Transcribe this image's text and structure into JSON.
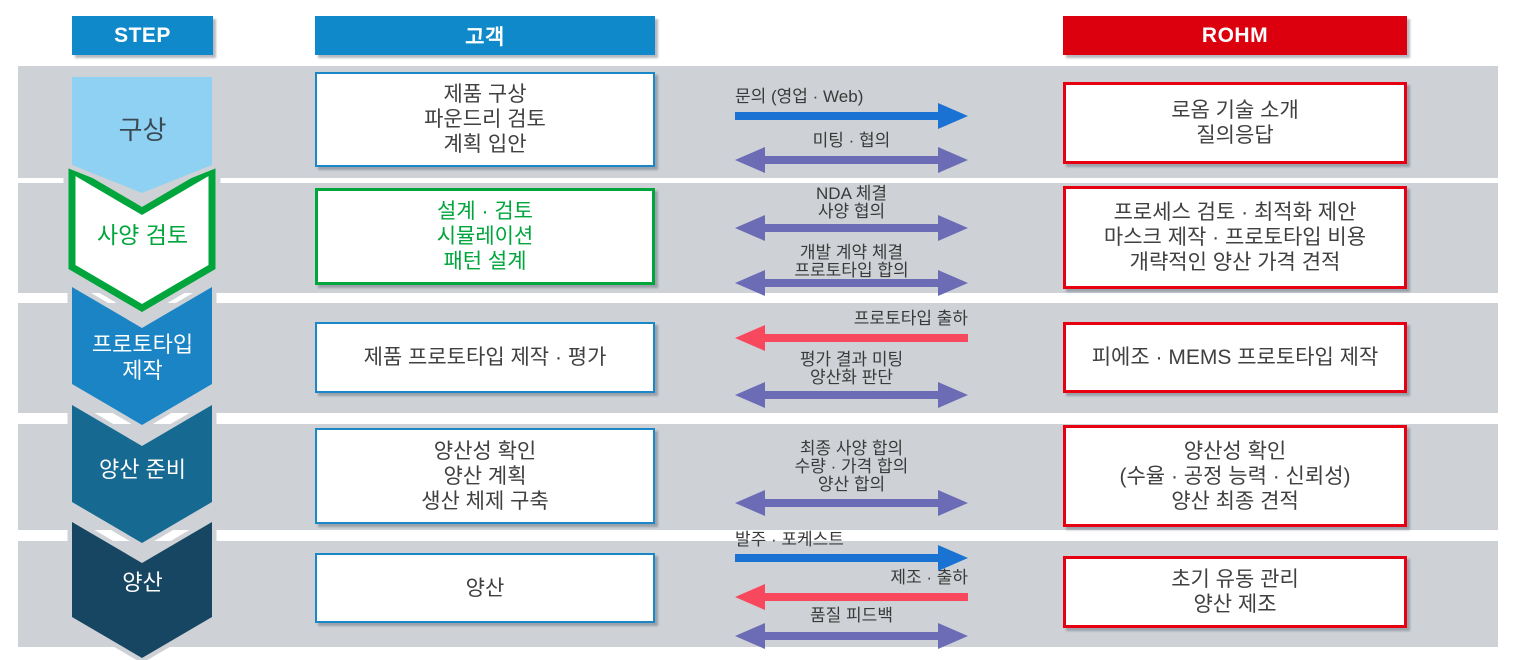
{
  "header": {
    "step": "STEP",
    "customer": "고객",
    "rohm": "ROHM"
  },
  "colors": {
    "header_blue": "#0f89c9",
    "rohm_red": "#dc000f",
    "band_gray": "#ced2d6",
    "step1_fill": "#8fd1f2",
    "step2_green": "#00a53c",
    "step3_fill": "#1b84c5",
    "step4_fill": "#166a92",
    "step5_fill": "#174663",
    "arrow_blue": "#1a73d2",
    "arrow_purple": "#6b6cb5",
    "arrow_red": "#f8485e",
    "customer_border_blue": "#1a87c8",
    "text_dark": "#404040"
  },
  "steps": [
    {
      "lines": [
        "구상"
      ]
    },
    {
      "lines": [
        "사양 검토"
      ]
    },
    {
      "lines": [
        "프로토타입",
        "제작"
      ]
    },
    {
      "lines": [
        "양산 준비"
      ]
    },
    {
      "lines": [
        "양산"
      ]
    }
  ],
  "rows": [
    {
      "customer": {
        "lines": [
          "제품 구상",
          "파운드리 검토",
          "계획 입안"
        ]
      },
      "rohm": {
        "lines": [
          "로옴 기술 소개",
          "질의응답"
        ]
      },
      "arrows": [
        {
          "direction": "right",
          "color": "blue",
          "lines": [
            "문의 (영업 · Web)"
          ]
        },
        {
          "direction": "both",
          "color": "purple",
          "lines": [
            "미팅 · 협의"
          ]
        }
      ]
    },
    {
      "customer": {
        "lines": [
          "설계 · 검토",
          "시뮬레이션",
          "패턴 설계"
        ]
      },
      "rohm": {
        "lines": [
          "프로세스 검토 · 최적화 제안",
          "마스크 제작 · 프로토타입 비용",
          "개략적인 양산 가격 견적"
        ]
      },
      "arrows": [
        {
          "direction": "both",
          "color": "purple",
          "lines": [
            "NDA 체결",
            "사양 협의"
          ]
        },
        {
          "direction": "both",
          "color": "purple",
          "lines": [
            "개발 계약 체결",
            "프로토타입 합의"
          ]
        }
      ]
    },
    {
      "customer": {
        "lines": [
          "제품 프로토타입 제작 · 평가"
        ]
      },
      "rohm": {
        "lines": [
          "피에조 · MEMS 프로토타입 제작"
        ]
      },
      "arrows": [
        {
          "direction": "left",
          "color": "red",
          "lines": [
            "프로토타입 출하"
          ]
        },
        {
          "direction": "both",
          "color": "purple",
          "lines": [
            "평가 결과 미팅",
            "양산화 판단"
          ]
        }
      ]
    },
    {
      "customer": {
        "lines": [
          "양산성 확인",
          "양산 계획",
          "생산 체제 구축"
        ]
      },
      "rohm": {
        "lines": [
          "양산성 확인",
          "(수율 · 공정 능력 · 신뢰성)",
          "양산 최종 견적"
        ]
      },
      "arrows": [
        {
          "direction": "both",
          "color": "purple",
          "lines": [
            "최종 사양 합의",
            "수량 · 가격 합의",
            "양산 합의"
          ]
        }
      ]
    },
    {
      "customer": {
        "lines": [
          "양산"
        ]
      },
      "rohm": {
        "lines": [
          "초기 유동 관리",
          "양산 제조"
        ]
      },
      "arrows": [
        {
          "direction": "right",
          "color": "blue",
          "lines": [
            "발주 · 포케스트"
          ]
        },
        {
          "direction": "left",
          "color": "red",
          "lines": [
            "제조 · 출하"
          ]
        },
        {
          "direction": "both",
          "color": "purple",
          "lines": [
            "품질 피드백"
          ]
        }
      ]
    }
  ]
}
